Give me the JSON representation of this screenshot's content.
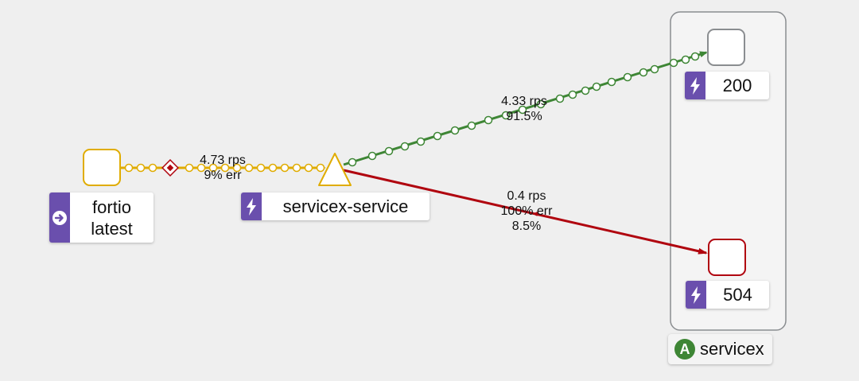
{
  "colors": {
    "accent_purple": "#6a4fad",
    "edge_warning": "#e0ac00",
    "edge_success": "#3e8635",
    "edge_error": "#b0050f",
    "group_badge": "#3e8635"
  },
  "nodes": {
    "fortio": {
      "line1": "fortio",
      "line2": "latest",
      "badge_icon": "arrow-right-circle-icon"
    },
    "service": {
      "label": "servicex-service",
      "badge_icon": "lightning-bolt-icon"
    },
    "workload_200": {
      "label": "200",
      "badge_icon": "lightning-bolt-icon"
    },
    "workload_504": {
      "label": "504",
      "badge_icon": "lightning-bolt-icon"
    }
  },
  "group": {
    "badge": "A",
    "label": "servicex"
  },
  "edges": {
    "fortio_to_service": {
      "rps": "4.73 rps",
      "err": "9% err"
    },
    "service_to_200": {
      "rps": "4.33 rps",
      "pct": "91.5%"
    },
    "service_to_504": {
      "rps": "0.4 rps",
      "err": "100% err",
      "pct": "8.5%"
    }
  }
}
